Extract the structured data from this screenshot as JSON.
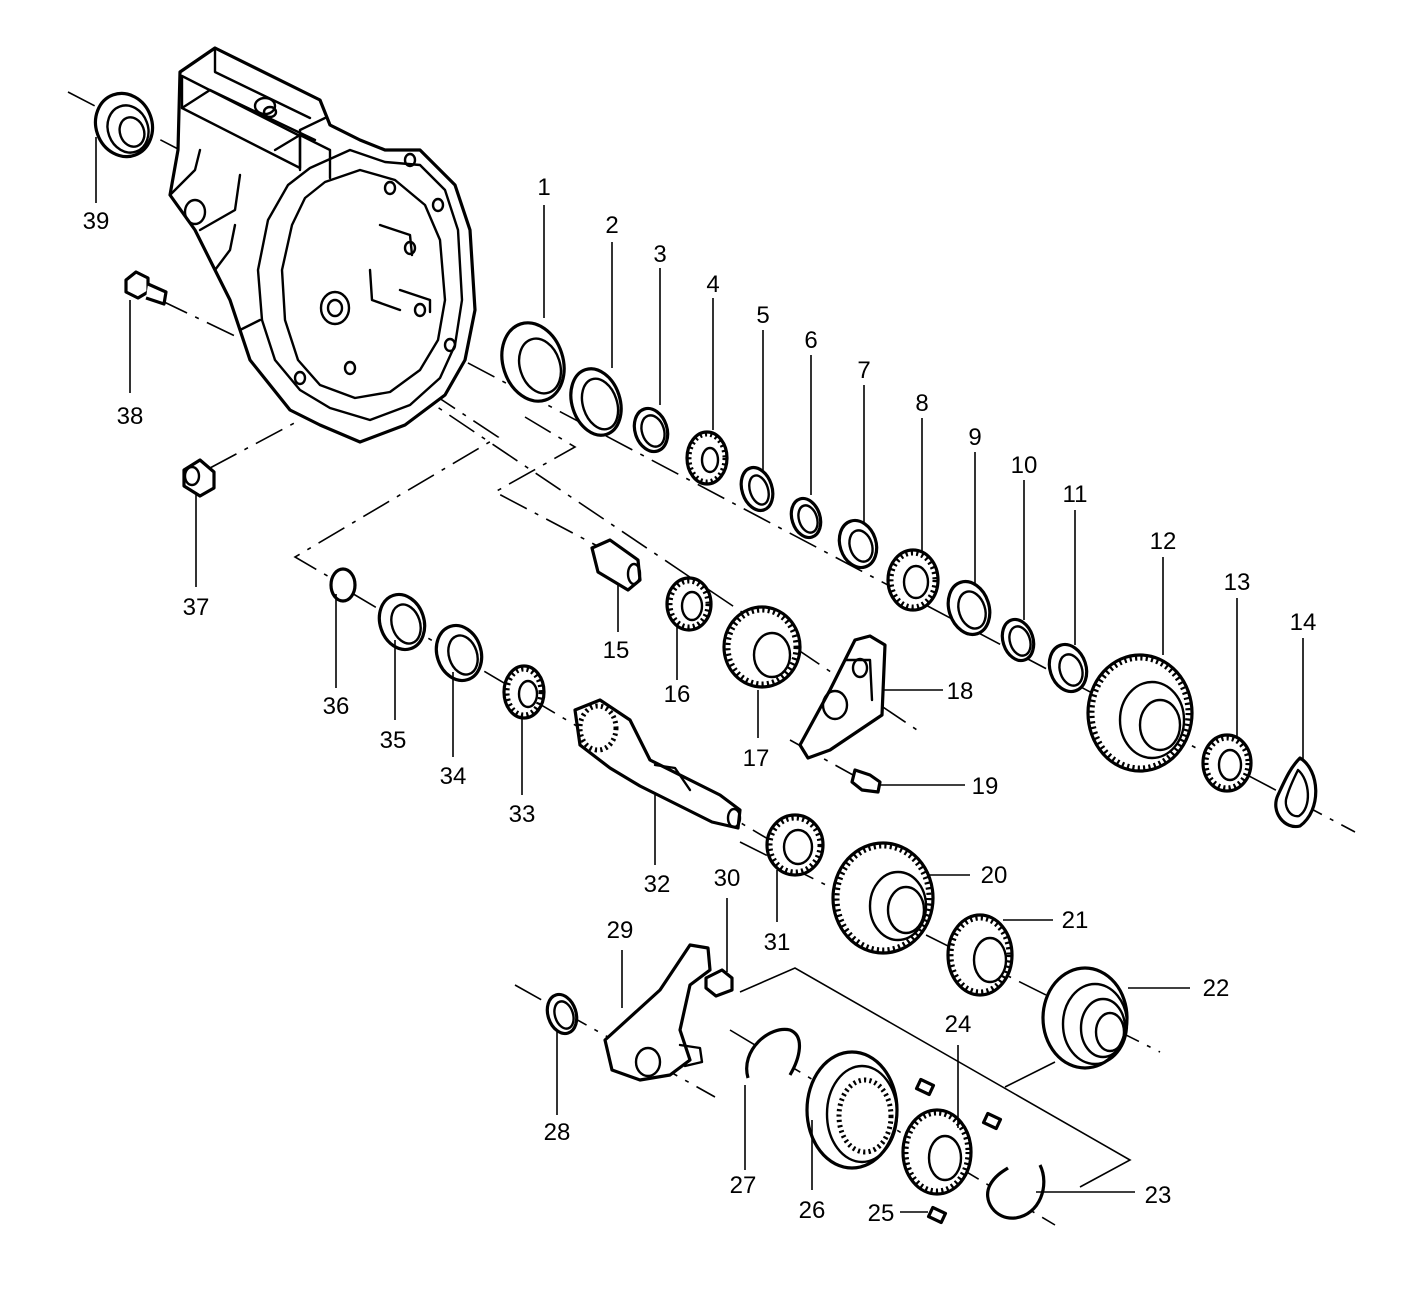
{
  "parts": [
    {
      "num": "1"
    },
    {
      "num": "2"
    },
    {
      "num": "3"
    },
    {
      "num": "4"
    },
    {
      "num": "5"
    },
    {
      "num": "6"
    },
    {
      "num": "7"
    },
    {
      "num": "8"
    },
    {
      "num": "9"
    },
    {
      "num": "10"
    },
    {
      "num": "11"
    },
    {
      "num": "12"
    },
    {
      "num": "13"
    },
    {
      "num": "14"
    },
    {
      "num": "15"
    },
    {
      "num": "16"
    },
    {
      "num": "17"
    },
    {
      "num": "18"
    },
    {
      "num": "19"
    },
    {
      "num": "20"
    },
    {
      "num": "21"
    },
    {
      "num": "22"
    },
    {
      "num": "23"
    },
    {
      "num": "24"
    },
    {
      "num": "25"
    },
    {
      "num": "26"
    },
    {
      "num": "27"
    },
    {
      "num": "28"
    },
    {
      "num": "29"
    },
    {
      "num": "30"
    },
    {
      "num": "31"
    },
    {
      "num": "32"
    },
    {
      "num": "33"
    },
    {
      "num": "34"
    },
    {
      "num": "35"
    },
    {
      "num": "36"
    },
    {
      "num": "37"
    },
    {
      "num": "38"
    },
    {
      "num": "39"
    }
  ]
}
